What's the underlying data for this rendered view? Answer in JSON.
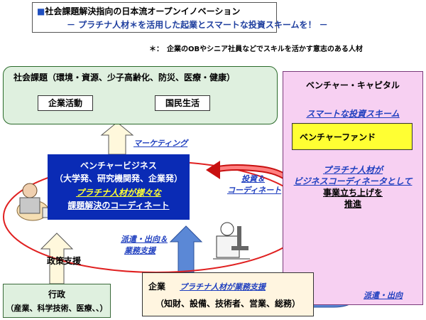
{
  "title": {
    "marker": "■",
    "line1": "社会課題解決指向の日本流オープンイノベーション",
    "line2": "－ プラチナ人材＊を活用した起業とスマートな投資スキームを！ －"
  },
  "footnote": "＊：　企業のOBやシニア社員などでスキルを活かす意志のある人材",
  "social_issues": {
    "title": "社会課題（環境・資源、少子高齢化、防災、医療・健康）",
    "item1": "企業活動",
    "item2": "国民生活"
  },
  "venture_capital": {
    "title": "ベンチャー・キャピタル",
    "scheme": "スマートな投資スキーム",
    "fund": "ベンチャーファンド",
    "body_line1": "プラチナ人材が",
    "body_line2": "ビジネスコーディネータとして",
    "body_line3": "事業立ち上げを",
    "body_line4": "推進"
  },
  "venture_business": {
    "line1": "ベンチャービジネス",
    "line2": "（大学発、研究機関発、企業発）",
    "line3": "プラチナ人材が様々な",
    "line4": "課題解決のコーディネート"
  },
  "labels": {
    "marketing": "マーケティング",
    "invest_line1": "投資＆",
    "invest_line2": "コーディネート",
    "policy": "政策支援",
    "dispatch_line1": "派遣・出向＆",
    "dispatch_line2": "業務支援",
    "dispatch2": "派遣・出向"
  },
  "government": {
    "line1": "行政",
    "line2": "（産業、科学技術、医療、、）"
  },
  "corporation": {
    "name": "企業",
    "support": "プラチナ人材が業務支援",
    "detail": "（知財、設備、技術者、営業、総務）"
  },
  "colors": {
    "accent_blue": "#0a2bb5",
    "ellipse_red": "#e02020",
    "arrow_blue": "#5b88d6",
    "social_green": "#dff0df",
    "vc_pink": "#f7d0f2",
    "fund_yellow": "#ffff33"
  }
}
